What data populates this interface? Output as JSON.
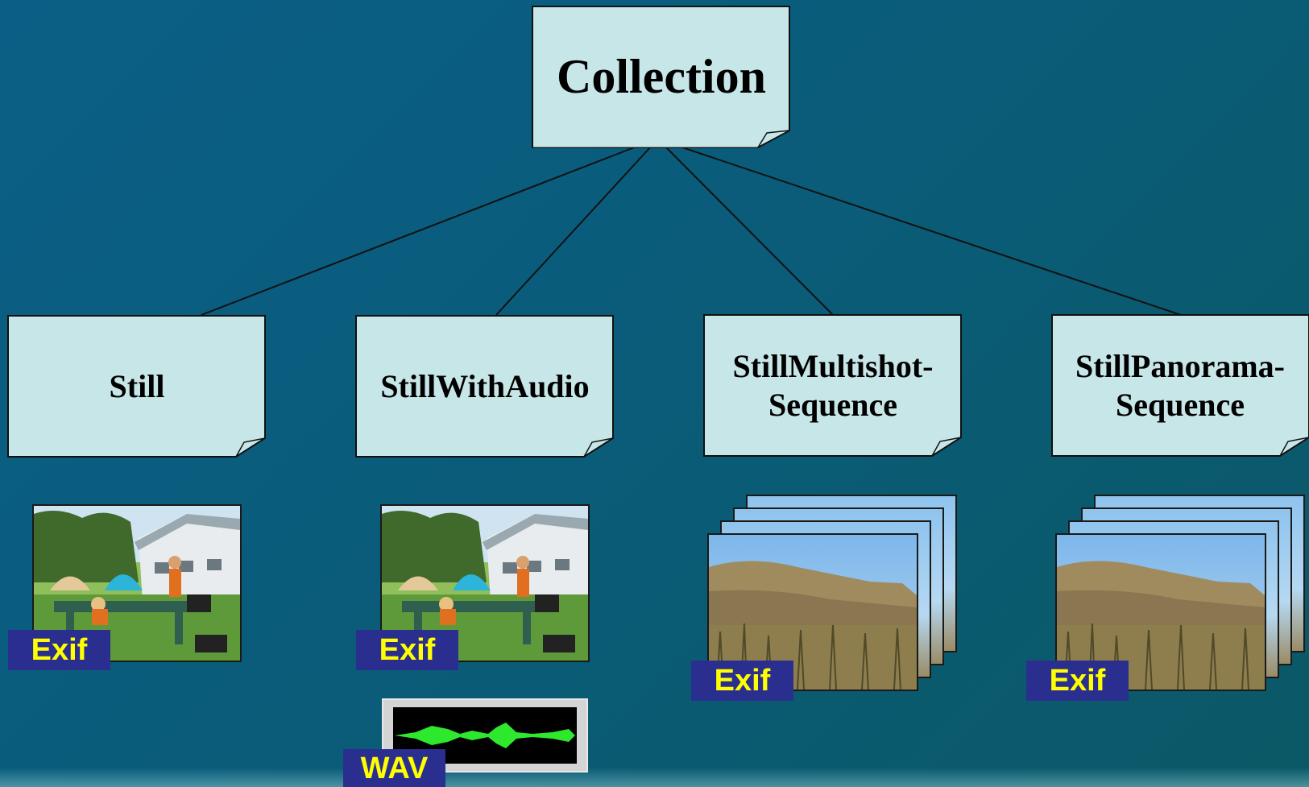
{
  "diagram": {
    "root": {
      "label": "Collection"
    },
    "children": [
      {
        "id": "still",
        "label": "Still"
      },
      {
        "id": "still-with-audio",
        "label": "StillWithAudio"
      },
      {
        "id": "still-multishot",
        "label": "StillMultishot-\nSequence"
      },
      {
        "id": "still-panorama",
        "label": "StillPanorama-\nSequence"
      }
    ],
    "tags": {
      "exif": "Exif",
      "wav": "WAV"
    }
  },
  "colors": {
    "note_fill": "#c7e6e8",
    "tag_bg": "#2a2f8f",
    "tag_text": "#ffff00",
    "wave": "#2ee82e"
  }
}
